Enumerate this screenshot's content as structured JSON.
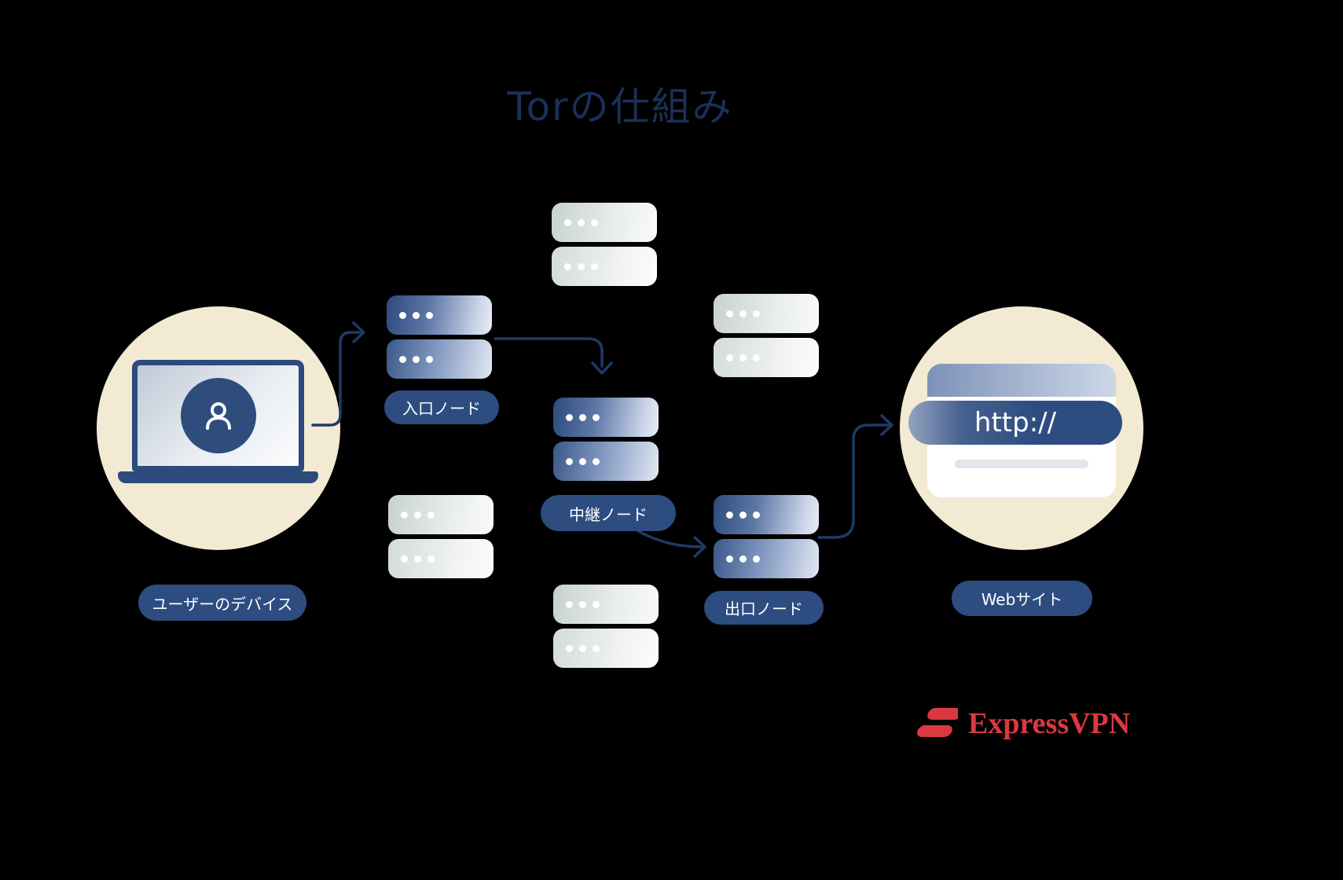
{
  "title": "Torの仕組み",
  "labels": {
    "device": "ユーザーのデバイス",
    "entry_node": "入口ノード",
    "relay_node": "中継ノード",
    "exit_node": "出口ノード",
    "website": "Webサイト",
    "url": "http://"
  },
  "brand": {
    "name": "ExpressVPN"
  },
  "colors": {
    "background": "#000000",
    "navy_pill": "#2d4d80",
    "line_navy": "#1e3a66",
    "title_navy": "#1b3057",
    "beige_circle": "#f2ead3",
    "brand_red": "#da3940"
  },
  "icons": [
    "person-icon",
    "server-rack-icon",
    "browser-window-icon",
    "expressvpn-mark-icon",
    "flow-arrow-icon"
  ]
}
